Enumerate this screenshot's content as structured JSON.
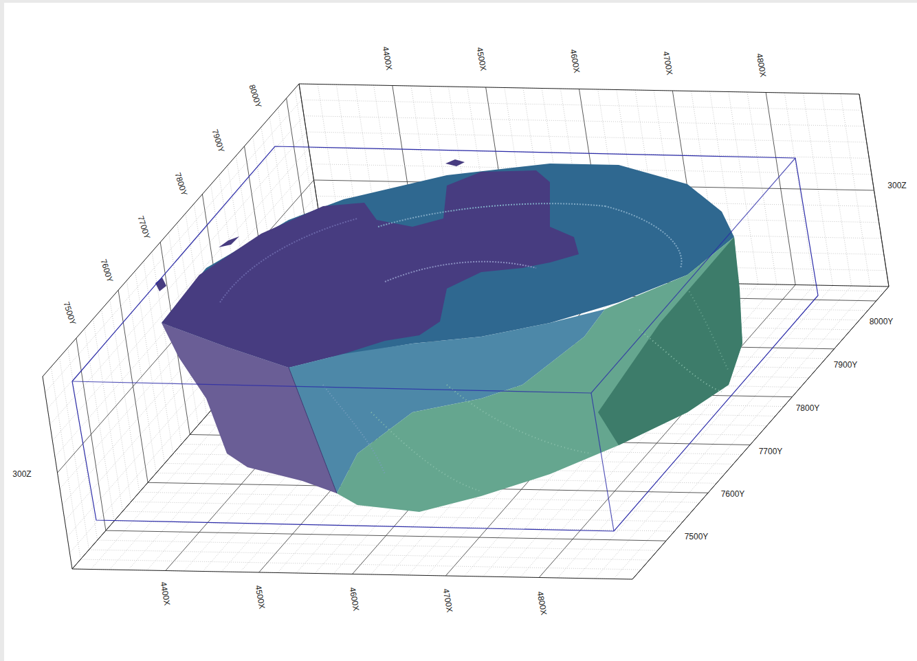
{
  "diagram": {
    "labels": [
      "4400X",
      "4500X",
      "4600X",
      "4700X",
      "4800X",
      "8000Y",
      "7900Y",
      "7800Y",
      "7700Y",
      "7600Y",
      "7500Y",
      "300Z",
      "8000Y",
      "7900Y",
      "7800Y",
      "7700Y",
      "7600Y",
      "7500Y",
      "300Z",
      "4400X",
      "4500X",
      "4600X",
      "4700X",
      "4800X"
    ]
  }
}
